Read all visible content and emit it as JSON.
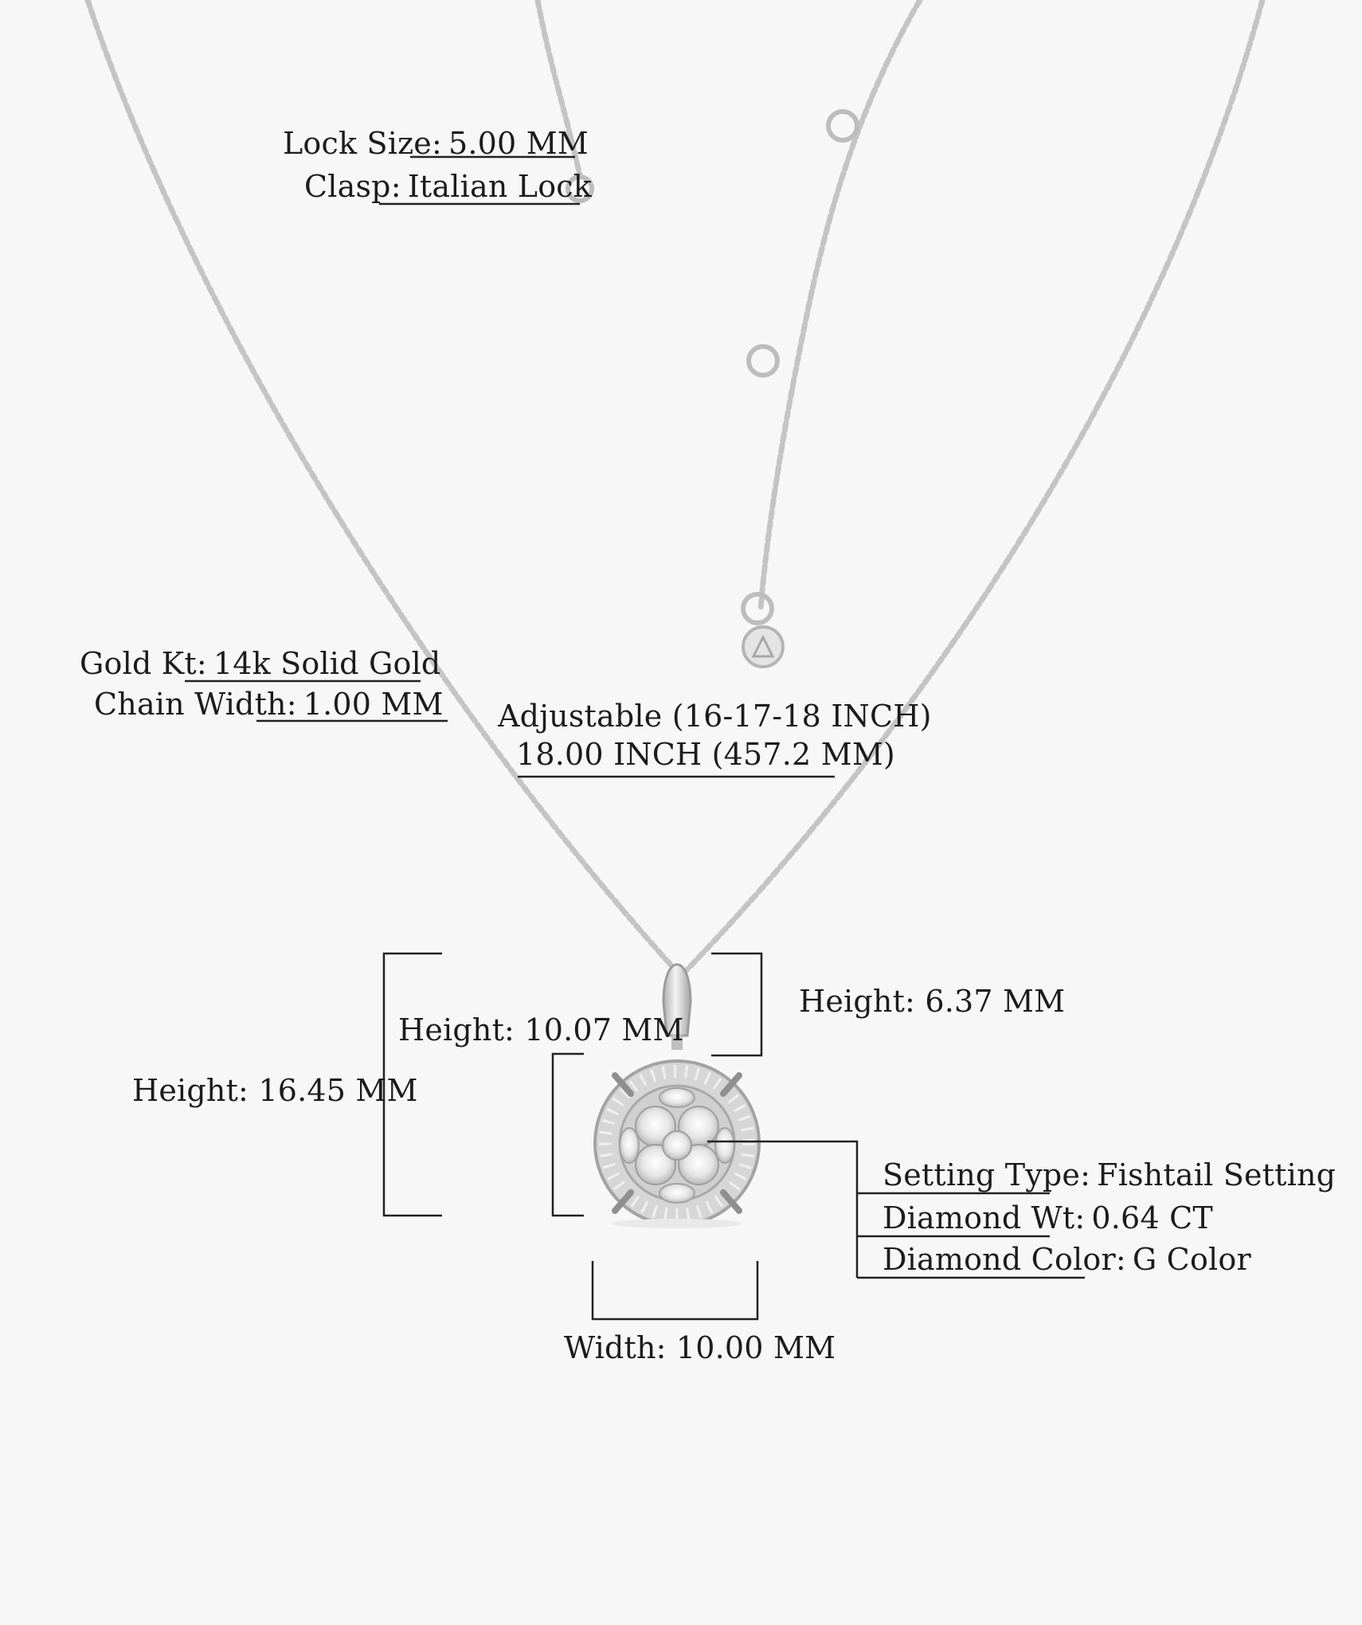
{
  "clasp_specs": [
    {
      "label": "Lock Size:",
      "value": "5.00 MM"
    },
    {
      "label": "Clasp:",
      "value": "Italian Lock"
    }
  ],
  "chain_specs": [
    {
      "label": "Gold Kt:",
      "value": "14k Solid Gold"
    },
    {
      "label": "Chain Width:",
      "value": "1.00 MM"
    }
  ],
  "length_specs": {
    "adjustable": "Adjustable (16-17-18 INCH)",
    "length": "18.00 INCH (457.2 MM)"
  },
  "pendant_dims": {
    "bail_height": "Height: 6.37 MM",
    "head_height": "Height: 10.07 MM",
    "total_height": "Height: 16.45 MM",
    "width": "Width: 10.00 MM"
  },
  "stone_specs": [
    {
      "label": "Setting Type:",
      "value": "Fishtail Setting"
    },
    {
      "label": "Diamond Wt:",
      "value": "0.64 CT"
    },
    {
      "label": "Diamond Color:",
      "value": "G Color"
    }
  ],
  "colors": {
    "background": "#f7f7f7",
    "metal": "#c9c9c9",
    "text": "#1c1c1c"
  }
}
